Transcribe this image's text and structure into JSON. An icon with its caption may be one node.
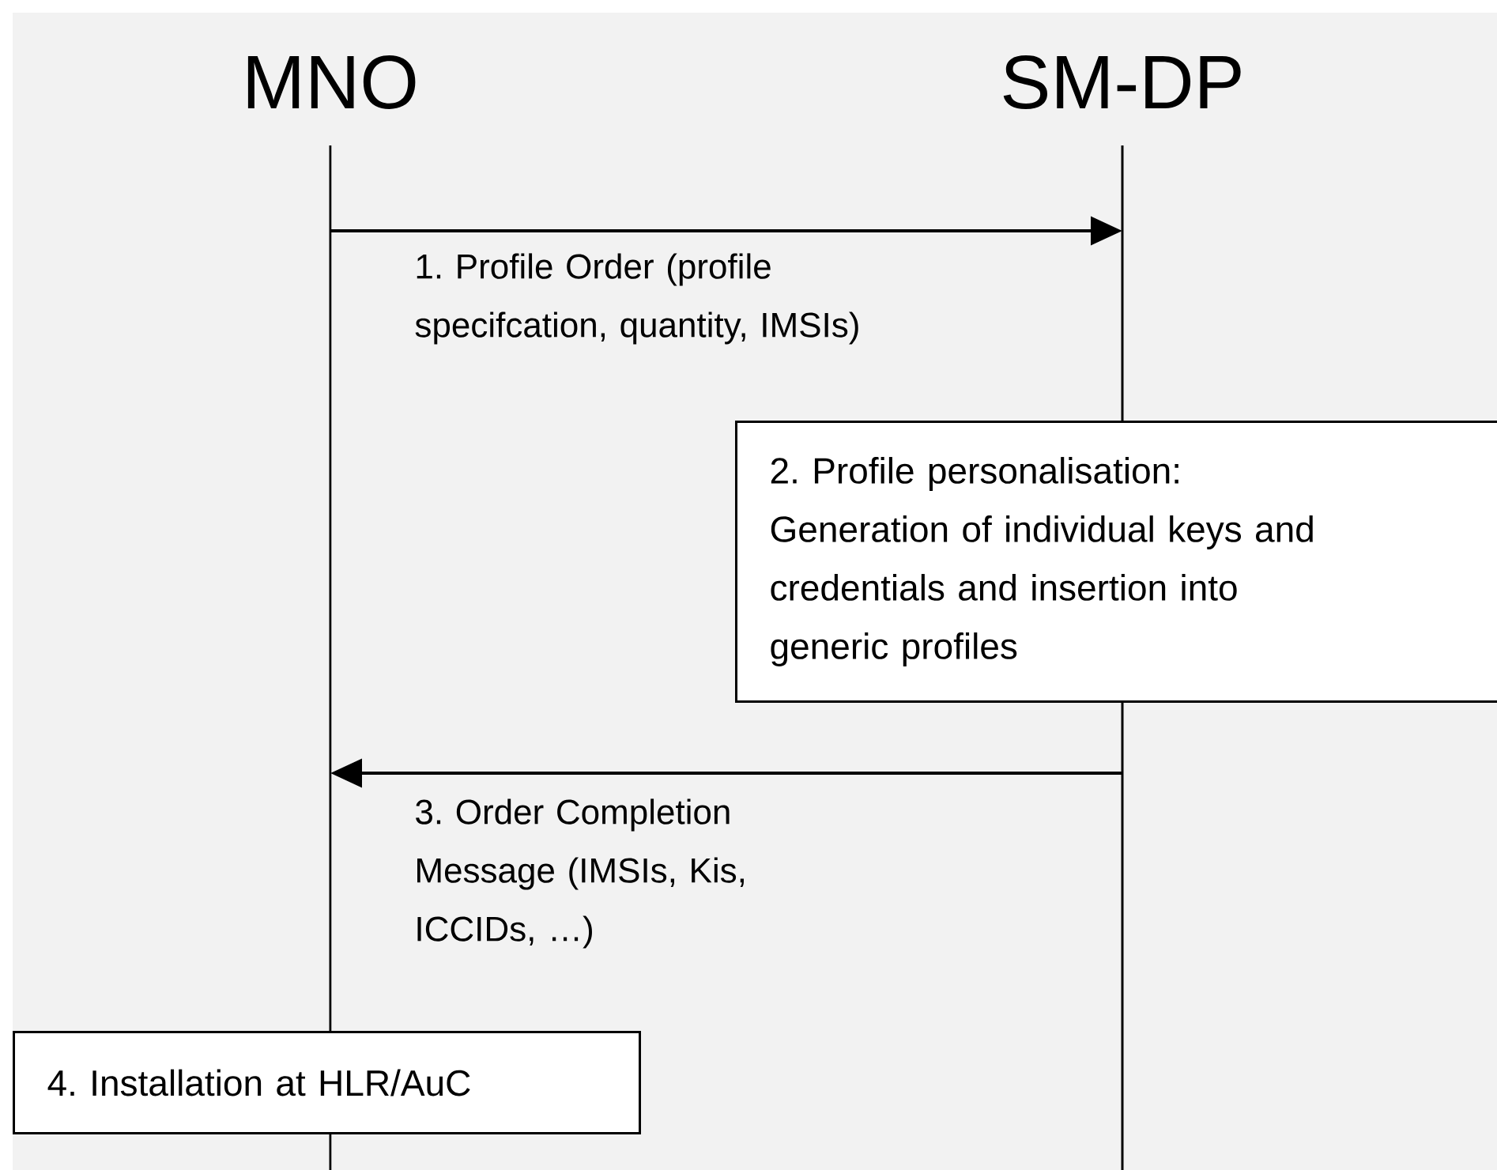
{
  "diagram": {
    "nodes": [
      {
        "text": [
          "MNO"
        ]
      },
      {
        "text": [
          "SM-DP"
        ]
      },
      {
        "text": [
          "2. Profile personalisation: Generation of individual keys and credentials and insertion into generic profiles"
        ]
      },
      {
        "text": [
          "4. Installation at HLR/AuC"
        ]
      }
    ],
    "edges": [
      {
        "from": 0,
        "to": 1,
        "arrow": "to",
        "label": "1. Profile Order (profile specifcation, quantity, IMSIs)"
      },
      {
        "from": 1,
        "to": 0,
        "arrow": "to",
        "label": "3. Order Completion Message (IMSIs, Kis, ICCIDs, …)"
      }
    ]
  }
}
